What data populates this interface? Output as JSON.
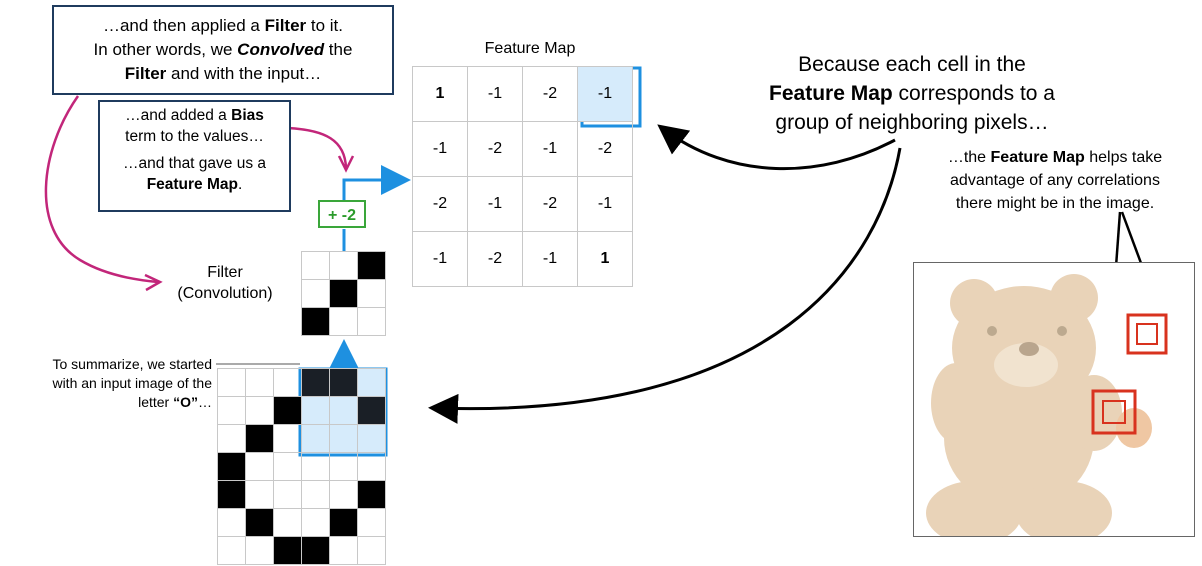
{
  "top_note": {
    "line1_pre": "…and then applied a ",
    "line1_bold": "Filter",
    "line1_post": " to it.",
    "line2_pre": "In other words, we ",
    "line2_bolditalic": "Convolved",
    "line2_post": " the",
    "line3_bold": "Filter",
    "line3_post": " and with the input…"
  },
  "bias_note": {
    "line1_pre": "…and added a ",
    "line1_bold": "Bias",
    "line2": "term to the values…",
    "line3": "…and that gave us a",
    "line4_bold": "Feature Map",
    "line4_post": "."
  },
  "bias_value": "+ -2",
  "feature_map": {
    "title": "Feature Map",
    "rows": [
      [
        "1",
        "-1",
        "-2",
        "-1"
      ],
      [
        "-1",
        "-2",
        "-1",
        "-2"
      ],
      [
        "-2",
        "-1",
        "-2",
        "-1"
      ],
      [
        "-1",
        "-2",
        "-1",
        "1"
      ]
    ],
    "bold_cells": [
      [
        0,
        0
      ],
      [
        3,
        3
      ]
    ],
    "highlight_cell": [
      0,
      3
    ]
  },
  "filter_label": {
    "line1": "Filter",
    "line2": "(Convolution)"
  },
  "filter_pattern": [
    [
      0,
      0,
      1
    ],
    [
      0,
      1,
      0
    ],
    [
      1,
      0,
      0
    ]
  ],
  "summary_note": {
    "line1": "To summarize, we started",
    "line2": "with an input image of the",
    "line3_pre": "letter ",
    "line3_bold": "“O”",
    "line3_post": "…"
  },
  "input_image": {
    "pixels": [
      [
        0,
        0,
        0,
        1,
        1,
        0
      ],
      [
        0,
        0,
        1,
        0,
        0,
        1
      ],
      [
        0,
        1,
        0,
        0,
        0,
        0
      ],
      [
        1,
        0,
        0,
        0,
        0,
        0
      ],
      [
        1,
        0,
        0,
        0,
        0,
        1
      ],
      [
        0,
        1,
        0,
        0,
        1,
        0
      ],
      [
        0,
        0,
        1,
        1,
        0,
        0
      ]
    ]
  },
  "explanation": {
    "line1": "Because each cell in the",
    "line2_bold": "Feature Map",
    "line2_post": " corresponds to a",
    "line3": "group of neighboring pixels…"
  },
  "correlation_note": {
    "line1_pre": "…the ",
    "line1_bold": "Feature Map",
    "line1_post": " helps take",
    "line2": "advantage of any correlations",
    "line3": "there might be in the image."
  },
  "colors": {
    "arrow_blue": "#1e90e0",
    "highlight_fill": "#d6ebfb",
    "magenta": "#c2267a",
    "bias_green": "#2b9b2b",
    "box_border": "#1f3b5e",
    "red_box": "#d8321e"
  }
}
